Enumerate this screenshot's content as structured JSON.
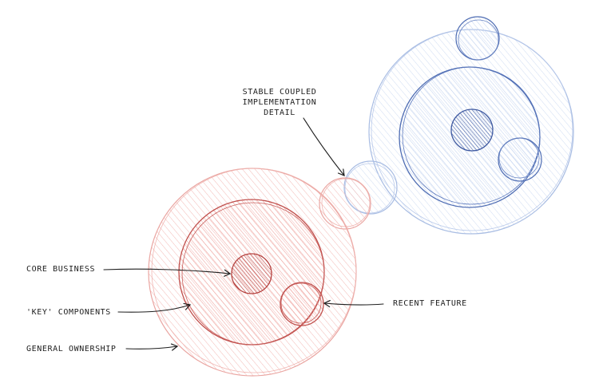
{
  "labels": {
    "stable_coupled": [
      "STABLE COUPLED",
      "IMPLEMENTATION",
      "DETAIL"
    ],
    "core_business": "CORE BUSINESS",
    "key_components": "'KEY' COMPONENTS",
    "general_ownership": "GENERAL OWNERSHIP",
    "recent_feature": "RECENT FEATURE"
  },
  "colors": {
    "red_stroke": "#c0504d",
    "red_fill": "#f6c9c6",
    "red_fill_light": "#fbe4e2",
    "blue_stroke": "#4f6db3",
    "blue_stroke_light": "#a9bde3",
    "blue_fill": "#dde7f7",
    "ink": "#1e1e1e"
  }
}
